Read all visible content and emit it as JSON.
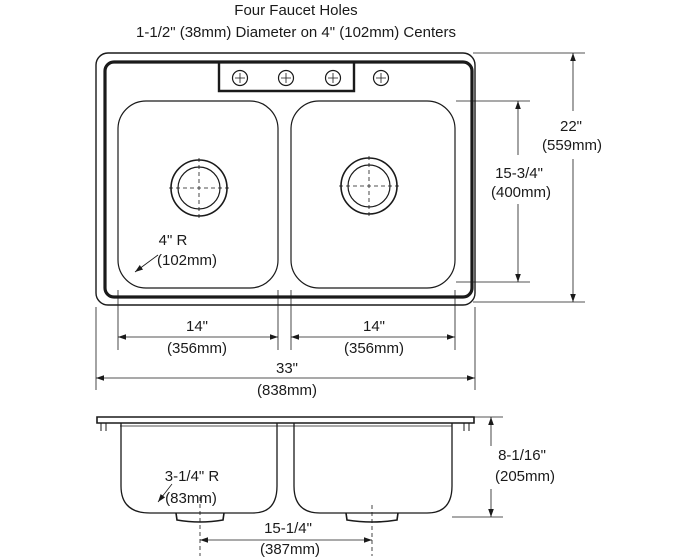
{
  "header": {
    "line1": "Four Faucet Holes",
    "line2": "1-1/2\" (38mm) Diameter on 4\" (102mm) Centers"
  },
  "top_view": {
    "overall_depth": {
      "in": "22\"",
      "mm": "(559mm)"
    },
    "bowl_depth": {
      "in": "15-3/4\"",
      "mm": "(400mm)"
    },
    "corner_radius": {
      "in": "4\" R",
      "mm": "(102mm)"
    },
    "left_bowl_width": {
      "in": "14\"",
      "mm": "(356mm)"
    },
    "right_bowl_width": {
      "in": "14\"",
      "mm": "(356mm)"
    },
    "overall_width": {
      "in": "33\"",
      "mm": "(838mm)"
    }
  },
  "side_view": {
    "bottom_radius": {
      "in": "3-1/4\" R",
      "mm": "(83mm)"
    },
    "drain_centers": {
      "in": "15-1/4\"",
      "mm": "(387mm)"
    },
    "bowl_height": {
      "in": "8-1/16\"",
      "mm": "(205mm)"
    }
  }
}
